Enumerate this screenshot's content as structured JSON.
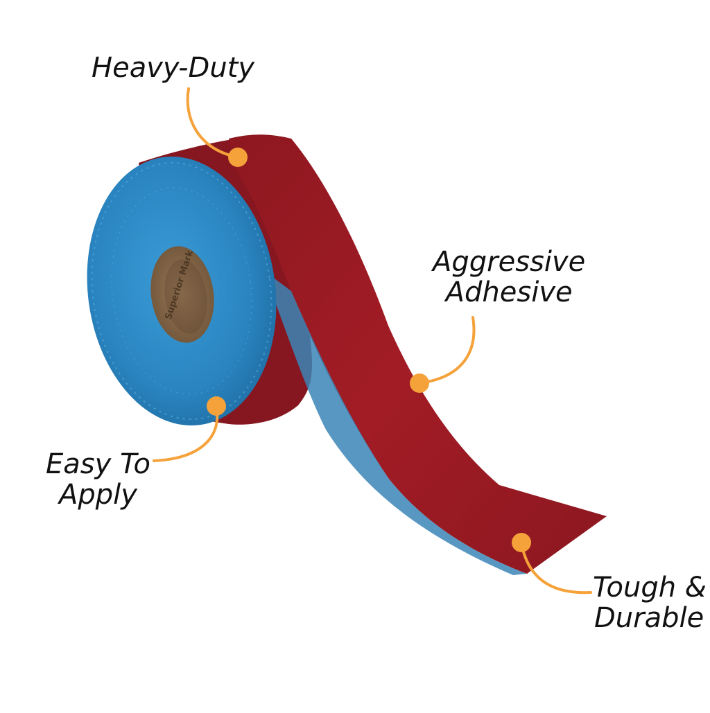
{
  "colors": {
    "tape_red": "#9b1c23",
    "tape_red_dark": "#7a1018",
    "tape_blue": "#2f8fc8",
    "core_brown": "#8a6a4a",
    "accent_orange": "#f5a23a",
    "text": "#111111"
  },
  "callouts": {
    "heavy_duty": {
      "label": "Heavy-Duty"
    },
    "aggressive_adhesive": {
      "line1": "Aggressive",
      "line2": "Adhesive"
    },
    "easy_to_apply": {
      "line1": "Easy To",
      "line2": "Apply"
    },
    "tough_durable": {
      "line1": "Tough &",
      "line2": "Durable"
    }
  },
  "core_print": "Superior Mark"
}
